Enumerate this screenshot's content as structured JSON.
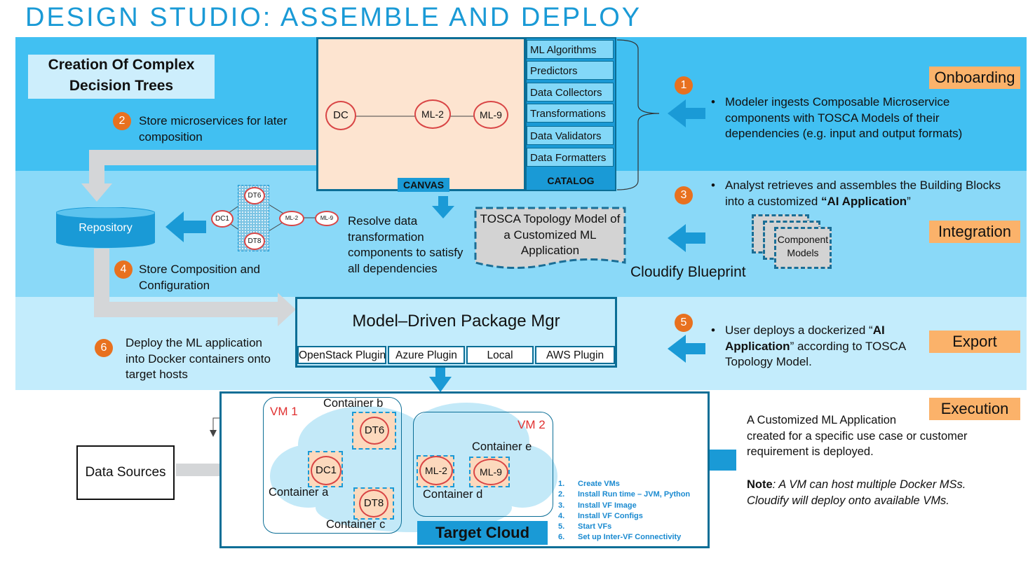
{
  "title": "DESIGN STUDIO: ASSEMBLE AND DEPLOY",
  "stages": {
    "onboarding": "Onboarding",
    "integration": "Integration",
    "export": "Export",
    "execution": "Execution"
  },
  "creation_box": {
    "line1": "Creation Of Complex",
    "line2": "Decision Trees"
  },
  "steps": {
    "s1": {
      "num": "1",
      "text": "Modeler ingests Composable Microservice components with TOSCA Models of their dependencies (e.g. input and output formats)"
    },
    "s2": {
      "num": "2",
      "line1": "Store microservices for later",
      "line2": "composition"
    },
    "s3": {
      "num": "3",
      "line1": "Analyst retrieves and assembles the Building Blocks",
      "line2_pre": "into a customized ",
      "line2_bold": "“AI Application",
      "line2_post": "”"
    },
    "s4": {
      "num": "4",
      "line1": "Store Composition and",
      "line2": "Configuration"
    },
    "s5": {
      "num": "5",
      "pre": "User deploys a dockerized “",
      "bold": "AI Application",
      "post": "” according to TOSCA Topology Model."
    },
    "s6": {
      "num": "6",
      "line1": "Deploy the ML application",
      "line2": "into Docker containers onto",
      "line3": "target hosts"
    }
  },
  "canvas": {
    "label": "CANVAS",
    "nodes": [
      "DC",
      "ML-2",
      "ML-9"
    ]
  },
  "catalog": {
    "label": "CATALOG",
    "items": [
      "ML Algorithms",
      "Predictors",
      "Data Collectors",
      "Transformations",
      "Data Validators",
      "Data Formatters"
    ]
  },
  "repository": {
    "label": "Repository"
  },
  "composition_graph": {
    "nodes": [
      "DT6",
      "DC1",
      "ML-2",
      "ML-9",
      "DT8"
    ]
  },
  "resolve_text": {
    "line1": "Resolve data",
    "line2": "transformation",
    "line3": "components to satisfy",
    "line4": "all dependencies"
  },
  "tosca_doc": {
    "line1": "TOSCA Topology Model of",
    "line2": "a Customized ML",
    "line3": "Application"
  },
  "component_models": {
    "line1": "Component",
    "line2": "Models"
  },
  "cloudify_blueprint": "Cloudify Blueprint",
  "package_mgr": {
    "title": "Model–Driven Package Mgr",
    "plugins": [
      "OpenStack Plugin",
      "Azure Plugin",
      "Local",
      "AWS Plugin"
    ]
  },
  "execution": {
    "data_sources": "Data Sources",
    "vm1": "VM 1",
    "vm2": "VM 2",
    "containers": {
      "a": "Container a",
      "b": "Container b",
      "c": "Container c",
      "d": "Container d",
      "e": "Container e"
    },
    "nodes": {
      "dc1": "DC1",
      "dt6": "DT6",
      "dt8": "DT8",
      "ml2": "ML-2",
      "ml9": "ML-9"
    },
    "target_cloud": "Target Cloud",
    "steps_list": [
      "Create VMs",
      "Install Run time – JVM, Python",
      "Install VF Image",
      "Install VF Configs",
      "Start VFs",
      "Set up Inter-VF Connectivity"
    ],
    "desc": {
      "line1": "A Customized ML Application",
      "line2": "created for a specific use case or customer",
      "line3": "requirement is deployed."
    },
    "note_label": "Note",
    "note_text": ": A VM can host multiple Docker MSs. Cloudify will deploy onto available VMs."
  },
  "colors": {
    "accent": "#1a9ad6",
    "band_top": "#41c0f2",
    "band_mid": "#8ad9f8",
    "band_low": "#c3ecfc",
    "orange": "#e8711f",
    "stage": "#fbb26a",
    "canvas_bg": "#fde4d0",
    "dark_border": "#0b6e96"
  }
}
